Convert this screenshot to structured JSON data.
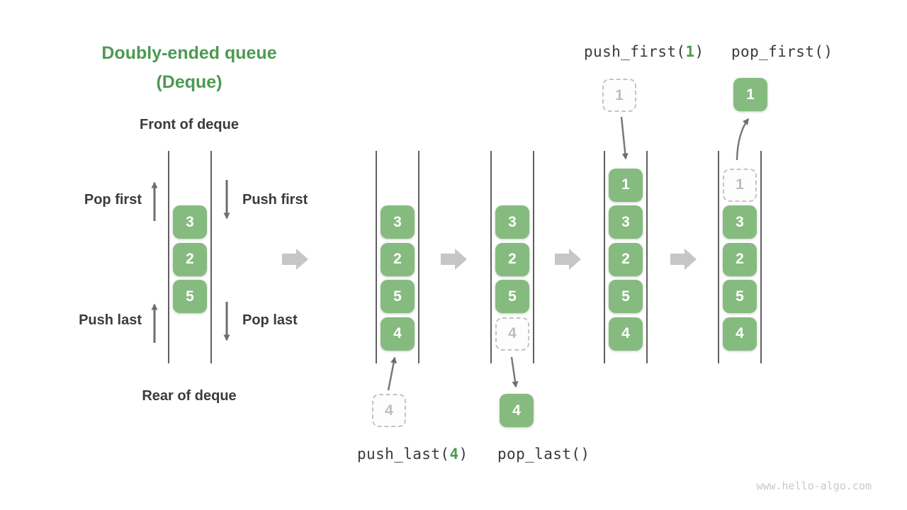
{
  "title": {
    "line1": "Doubly-ended queue",
    "line2": "(Deque)"
  },
  "labels": {
    "front": "Front of deque",
    "rear": "Rear of deque",
    "pop_first": "Pop first",
    "push_first": "Push first",
    "push_last": "Push last",
    "pop_last": "Pop last"
  },
  "operations": {
    "push_last": {
      "prefix": "push_last(",
      "arg": "4",
      "suffix": ")"
    },
    "pop_last": {
      "label": "pop_last()"
    },
    "push_first": {
      "prefix": "push_first(",
      "arg": "1",
      "suffix": ")"
    },
    "pop_first": {
      "label": "pop_first()"
    }
  },
  "queues": [
    {
      "name": "initial-deque",
      "cells": [
        "3",
        "2",
        "5"
      ]
    },
    {
      "name": "after-push-last",
      "cells": [
        "3",
        "2",
        "5",
        "4"
      ]
    },
    {
      "name": "during-pop-last",
      "cells": [
        "3",
        "2",
        "5",
        "4"
      ]
    },
    {
      "name": "after-push-first",
      "cells": [
        "1",
        "3",
        "2",
        "5",
        "4"
      ]
    },
    {
      "name": "during-pop-first",
      "cells": [
        "1",
        "3",
        "2",
        "5",
        "4"
      ]
    }
  ],
  "floating": {
    "push_last_incoming": "4",
    "pop_last_result": "4",
    "push_first_incoming": "1",
    "pop_first_result": "1"
  },
  "watermark": "www.hello-algo.com",
  "colors": {
    "box_green": "#85bb7e",
    "accent_green": "#4c9a52",
    "text_dark": "#3b3b3b",
    "ghost_border": "#c4c4c4",
    "ghost_text": "#bdbdbd",
    "wall_gray": "#5f5f5f",
    "small_arrow_gray": "#6e6e6e",
    "big_arrow_gray": "#c6c6c6",
    "watermark_gray": "#c9c9c9"
  }
}
